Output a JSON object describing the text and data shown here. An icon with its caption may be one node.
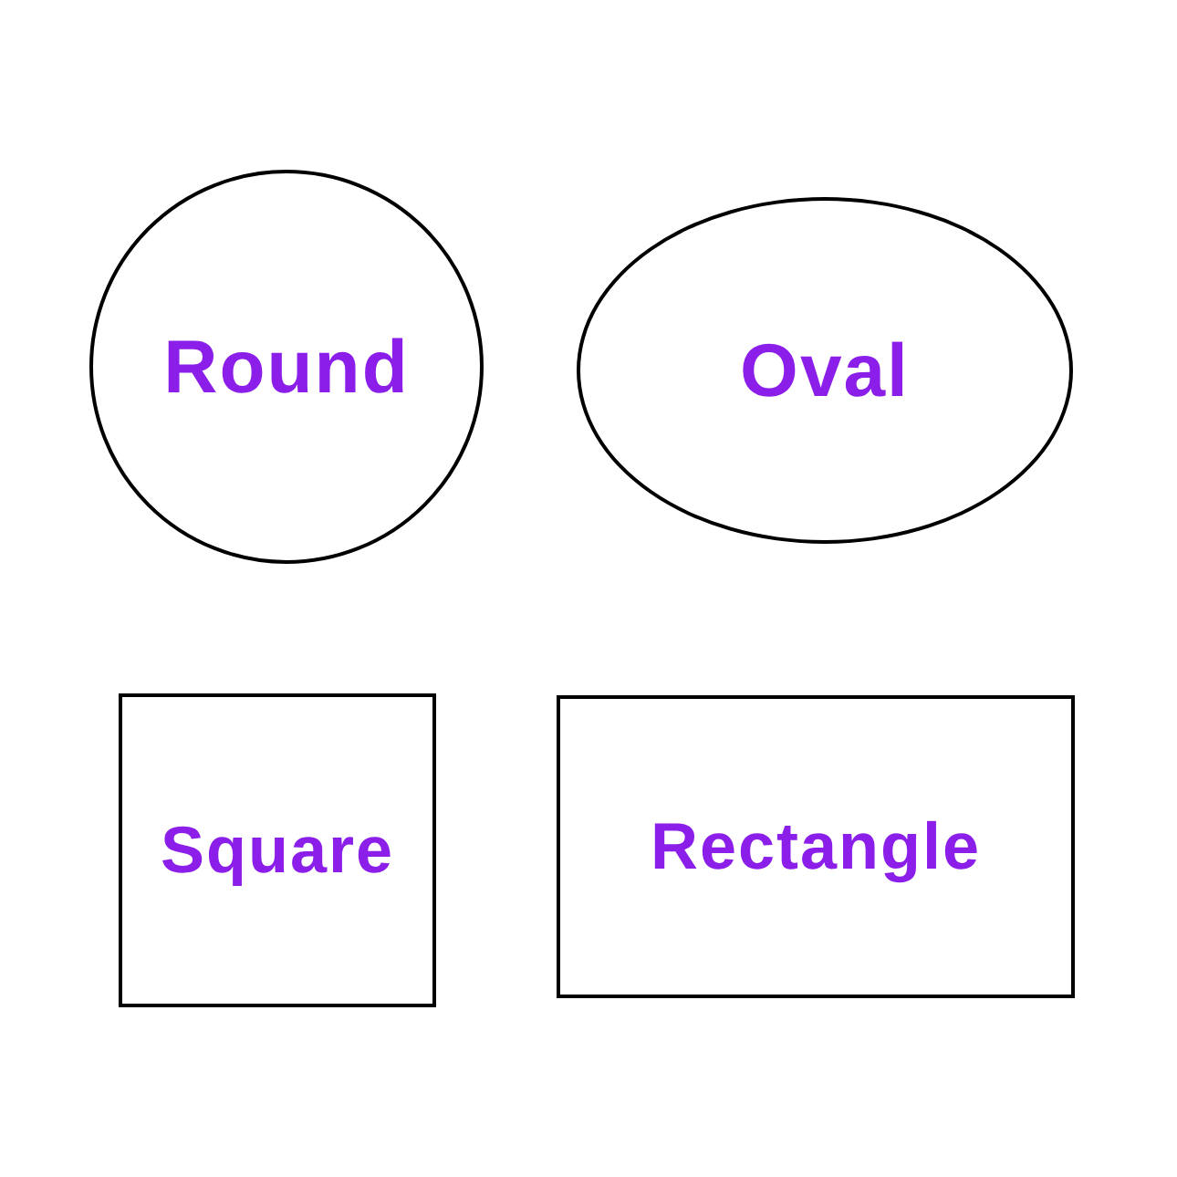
{
  "diagram": {
    "nodes": [
      {
        "text": [
          "Round"
        ]
      },
      {
        "text": [
          "Oval"
        ]
      },
      {
        "text": [
          "Square"
        ]
      },
      {
        "text": [
          "Rectangle"
        ]
      }
    ]
  }
}
